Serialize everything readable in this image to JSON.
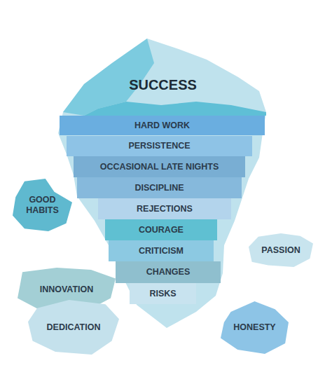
{
  "diagram": {
    "nodes": [
      {
        "text": [
          "SUCCESS"
        ]
      },
      {
        "text": [
          "HARD WORK"
        ],
        "in": 0
      },
      {
        "text": [
          "PERSISTENCE"
        ],
        "in": 0
      },
      {
        "text": [
          "OCCASIONAL LATE NIGHTS"
        ],
        "in": 0
      },
      {
        "text": [
          "DISCIPLINE"
        ],
        "in": 0
      },
      {
        "text": [
          "REJECTIONS"
        ],
        "in": 0
      },
      {
        "text": [
          "COURAGE"
        ],
        "in": 0
      },
      {
        "text": [
          "CRITICISM"
        ],
        "in": 0
      },
      {
        "text": [
          "CHANGES"
        ],
        "in": 0
      },
      {
        "text": [
          "RISKS"
        ],
        "in": 0
      },
      {
        "text": [
          "GOOD HABITS"
        ]
      },
      {
        "text": [
          "PASSION"
        ]
      },
      {
        "text": [
          "INNOVATION"
        ]
      },
      {
        "text": [
          "DEDICATION"
        ]
      },
      {
        "text": [
          "HONESTY"
        ]
      }
    ]
  }
}
